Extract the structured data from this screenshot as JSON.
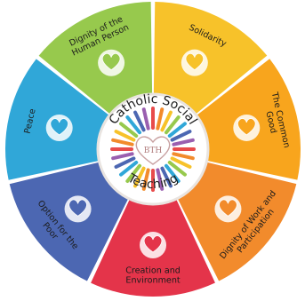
{
  "hub": {
    "title_top": "Catholic Social",
    "title_bottom": "Teaching",
    "monogram": "BTH"
  },
  "segments": [
    {
      "id": "solidarity",
      "color": "#f7c22a",
      "text_color": "#1b1b1b",
      "lines": [
        "Solidarity"
      ],
      "icon": "hands-together-icon"
    },
    {
      "id": "common-good",
      "color": "#f8a51d",
      "text_color": "#1b1b1b",
      "lines": [
        "The Common",
        "Good"
      ],
      "icon": "globe-in-hands-icon"
    },
    {
      "id": "dignity-of-work",
      "color": "#f28b2c",
      "text_color": "#1b1b1b",
      "lines": [
        "Dignity of Work and",
        "Participation"
      ],
      "icon": "laptop-tools-icon"
    },
    {
      "id": "creation",
      "color": "#e4344a",
      "text_color": "#1b1b1b",
      "lines": [
        "Creation and",
        "Environment"
      ],
      "icon": "watering-can-plants-icon"
    },
    {
      "id": "option-for-poor",
      "color": "#4c67b2",
      "text_color": "#1b1b1b",
      "lines": [
        "Option for the",
        "Poor"
      ],
      "icon": "heart-house-icon"
    },
    {
      "id": "peace",
      "color": "#30a7d8",
      "text_color": "#1b1b1b",
      "lines": [
        "Peace"
      ],
      "icon": "dove-icon"
    },
    {
      "id": "dignity-human-person",
      "color": "#97c94d",
      "text_color": "#1b1b1b",
      "lines": [
        "Dignity of the",
        "Human Person"
      ],
      "icon": "heart-in-hands-icon"
    }
  ]
}
